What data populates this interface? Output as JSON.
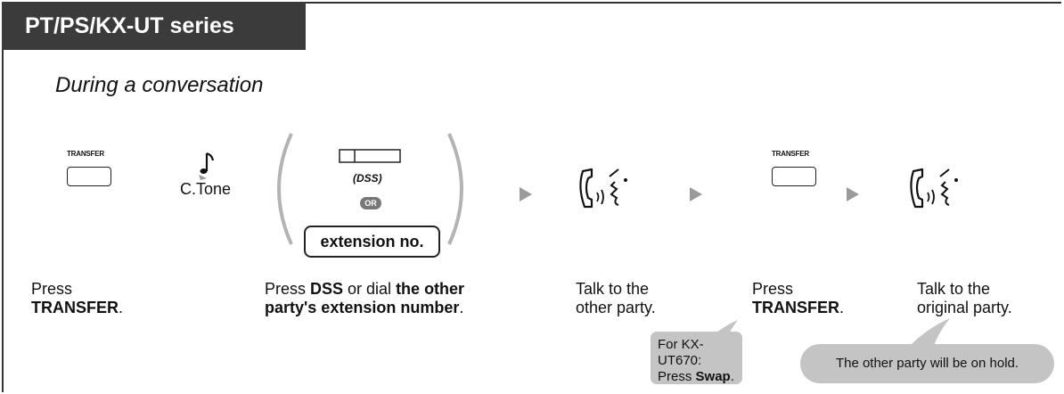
{
  "header": {
    "title": "PT/PS/KX-UT series"
  },
  "subtitle": "During a conversation",
  "steps": {
    "transfer_key_label": "TRANSFER",
    "ctone_label": "C.Tone",
    "dss_label": "(DSS)",
    "or_label": "OR",
    "extension_label": "extension no.",
    "transfer_key_label_2": "TRANSFER"
  },
  "descriptions": {
    "d1_line1": "Press",
    "d1_bold": "TRANSFER",
    "d1_tail": ".",
    "d2_text1": "Press ",
    "d2_bold1": "DSS",
    "d2_text2": " or dial ",
    "d2_bold2": "the other",
    "d2_bold3": "party's extension number",
    "d2_tail": ".",
    "d3_line1": "Talk to the",
    "d3_line2": "other party.",
    "d4_line1": "Press",
    "d4_bold": "TRANSFER",
    "d4_tail": ".",
    "d5_line1": "Talk to the",
    "d5_line2": "original party."
  },
  "notes": {
    "note1_line1": "For KX-UT670:",
    "note1_text": "Press ",
    "note1_bold": "Swap",
    "note1_tail": ".",
    "note2": "The other party will be on hold."
  },
  "icons": [
    "transfer-key-icon",
    "music-note-icon",
    "dss-key-icon",
    "talk-handset-icon",
    "arrow-right-icon"
  ],
  "colors": {
    "header_bg": "#3b3b3b",
    "bubble_bg": "#c4c4c4",
    "arrow": "#9b9b9b"
  }
}
